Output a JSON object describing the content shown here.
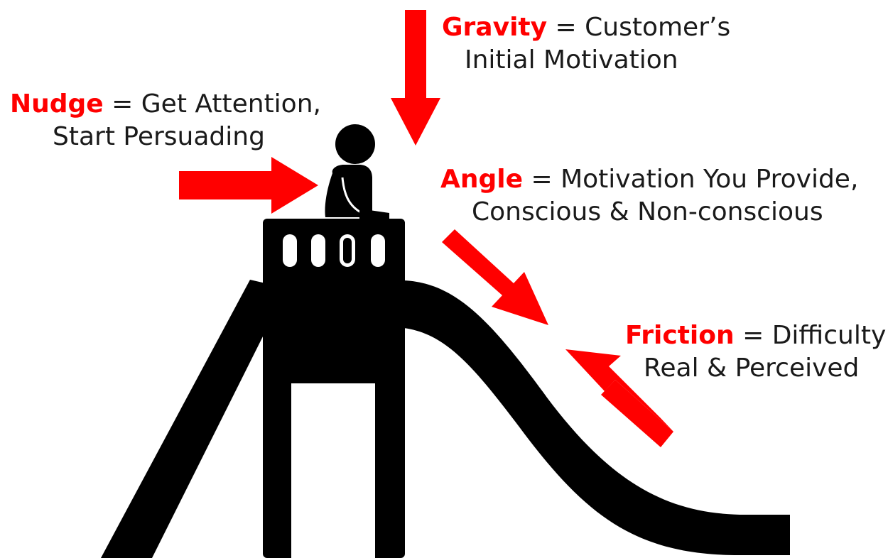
{
  "colors": {
    "accent": "#ff0000",
    "figure": "#000000",
    "text": "#1a1a1a",
    "background": "#ffffff"
  },
  "icons": {
    "figure": "person-icon",
    "structure": "playground-slide-icon",
    "arrows": "arrow-icon"
  },
  "labels": {
    "gravity": {
      "term": "Gravity",
      "rest": " = Customer’s",
      "line2": "Initial Motivation"
    },
    "nudge": {
      "term": "Nudge",
      "rest": " = Get Attention,",
      "line2": "Start Persuading"
    },
    "angle": {
      "term": "Angle",
      "rest": " = Motivation You Provide,",
      "line2": "Conscious & Non-conscious"
    },
    "friction": {
      "term": "Friction",
      "rest": " = Difficulty,",
      "line2": "Real & Perceived"
    }
  }
}
